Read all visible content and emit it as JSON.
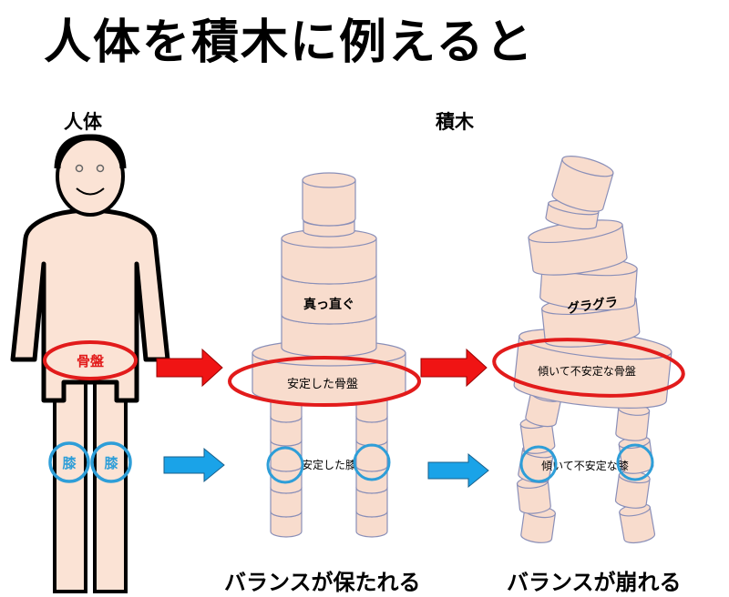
{
  "title": "人体を積木に例えると",
  "headers": {
    "human": "人体",
    "blocks": "積木"
  },
  "labels": {
    "pelvis": "骨盤",
    "knee": "膝",
    "straight": "真っ直ぐ",
    "stable_pelvis": "安定した骨盤",
    "stable_knee": "安定した膝",
    "wobbly": "グラグラ",
    "unstable_pelvis": "傾いて不安定な骨盤",
    "unstable_knee": "傾いて不安定な膝"
  },
  "captions": {
    "balanced": "バランスが保たれる",
    "collapsed": "バランスが崩れる"
  },
  "colors": {
    "skin": "#fbe3d5",
    "outline": "#000000",
    "block_fill": "#f8dccd",
    "block_stroke": "#8a8fb8",
    "red": "#e21b1b",
    "blue": "#2e9ed8",
    "arrow_red": "#f01414",
    "arrow_blue": "#1aa3e8"
  }
}
